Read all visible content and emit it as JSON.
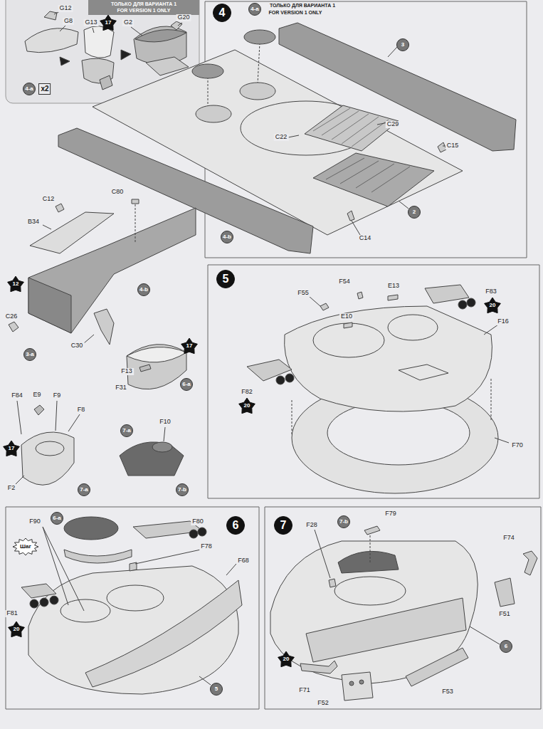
{
  "diagram": {
    "nodes": [
      {
        "text": [
          "17"
        ]
      },
      {
        "text": [
          "4-a"
        ]
      },
      {
        "text": [
          "x2"
        ]
      },
      {
        "text": [
          "4"
        ]
      },
      {
        "text": [
          "4-a"
        ]
      },
      {
        "text": [
          "3"
        ]
      },
      {
        "text": [
          "2"
        ]
      },
      {
        "text": [
          "4-b"
        ]
      },
      {
        "text": [
          "4-b"
        ]
      },
      {
        "text": [
          "12"
        ]
      },
      {
        "text": [
          "3-a"
        ]
      },
      {
        "text": [
          "17"
        ]
      },
      {
        "text": [
          "6-a"
        ]
      },
      {
        "text": [
          "17"
        ]
      },
      {
        "text": [
          "7-a"
        ]
      },
      {
        "text": [
          "7-a"
        ]
      },
      {
        "text": [
          "7-b"
        ]
      },
      {
        "text": [
          "5"
        ]
      },
      {
        "text": [
          "20"
        ]
      },
      {
        "text": [
          "20"
        ]
      },
      {
        "text": [
          "6"
        ]
      },
      {
        "text": [
          "6-a"
        ]
      },
      {
        "text": [
          "Шаг"
        ]
      },
      {
        "text": [
          "20"
        ]
      },
      {
        "text": [
          "5"
        ]
      },
      {
        "text": [
          "7"
        ]
      },
      {
        "text": [
          "7-b"
        ]
      },
      {
        "text": [
          "20"
        ]
      },
      {
        "text": [
          "6"
        ]
      }
    ],
    "labels": [
      "ТОЛЬКО ДЛЯ ВАРИАНТА 1",
      "FOR VERSION 1 ONLY",
      "G12",
      "G8",
      "G13",
      "G2",
      "G20",
      "ТОЛЬКО ДЛЯ ВАРИАНТА 1",
      "FOR VERSION 1 ONLY",
      "C29",
      "C15",
      "C22",
      "C14",
      "C12",
      "C80",
      "B34",
      "C26",
      "C30",
      "F13",
      "F31",
      "F84",
      "E9",
      "F9",
      "F8",
      "F2",
      "F10",
      "F55",
      "F54",
      "E13",
      "F83",
      "F16",
      "E10",
      "F82",
      "F70",
      "F90",
      "F80",
      "F78",
      "F68",
      "F81",
      "F79",
      "F28",
      "F74",
      "F51",
      "F71",
      "F52",
      "F53"
    ]
  }
}
